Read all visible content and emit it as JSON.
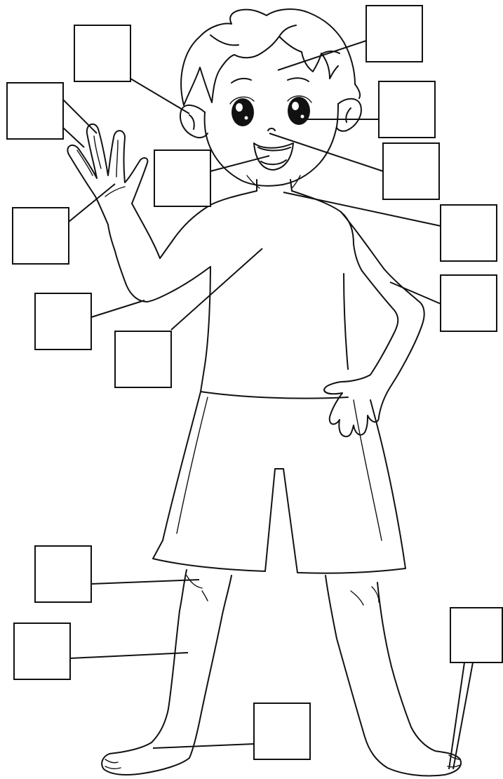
{
  "worksheet": {
    "labels": [
      {
        "id": "hair",
        "text": ""
      },
      {
        "id": "ear",
        "text": ""
      },
      {
        "id": "fingers",
        "text": ""
      },
      {
        "id": "eye",
        "text": ""
      },
      {
        "id": "mouth",
        "text": ""
      },
      {
        "id": "nose",
        "text": ""
      },
      {
        "id": "hand",
        "text": ""
      },
      {
        "id": "neck",
        "text": ""
      },
      {
        "id": "shoulder",
        "text": ""
      },
      {
        "id": "elbow",
        "text": ""
      },
      {
        "id": "arm",
        "text": ""
      },
      {
        "id": "chest",
        "text": ""
      },
      {
        "id": "knee",
        "text": ""
      },
      {
        "id": "leg",
        "text": ""
      },
      {
        "id": "toes",
        "text": ""
      },
      {
        "id": "foot",
        "text": ""
      }
    ]
  }
}
